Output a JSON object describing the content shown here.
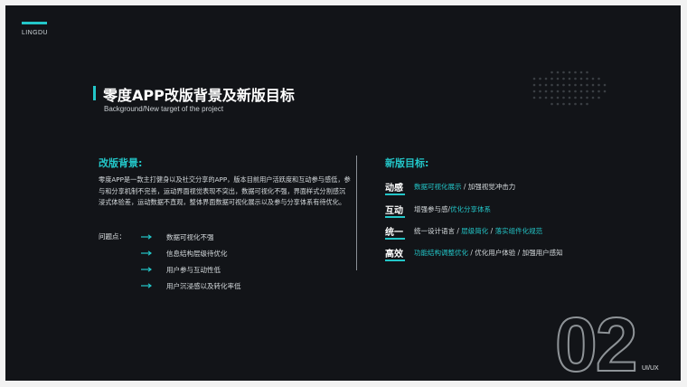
{
  "brand": "LINGDU",
  "title": "零度APP改版背景及新版目标",
  "subtitle": "Background/New target of the project",
  "background": {
    "heading": "改版背景:",
    "paragraph": "零度APP是一款主打健身以及社交分享的APP，版本目前用户活跃度和互动参与感低，参与和分享机制不完善，运动界面视觉表现不突出，数据可视化不强，界面样式分割感沉浸式体验差，运动数据不直观，整体界面数据可视化展示以及参与分享体系有待优化。",
    "problems_label": "问题点：",
    "problems": [
      "数据可视化不强",
      "信息结构层级待优化",
      "用户参与互动性低",
      "用户沉浸感以及转化率低"
    ]
  },
  "goals": {
    "heading": "新版目标:",
    "items": [
      {
        "key": "动感",
        "parts": [
          {
            "text": "数据可视化展示",
            "hl": true
          },
          {
            "text": " / 加强视觉冲击力",
            "hl": false
          }
        ]
      },
      {
        "key": "互动",
        "parts": [
          {
            "text": "增强参与感/",
            "hl": false
          },
          {
            "text": "优化分享体系",
            "hl": true
          }
        ]
      },
      {
        "key": "统一",
        "parts": [
          {
            "text": "统一设计语言 / ",
            "hl": false
          },
          {
            "text": "层级简化",
            "hl": true
          },
          {
            "text": " / ",
            "hl": false
          },
          {
            "text": "落实组件化规范",
            "hl": true
          }
        ]
      },
      {
        "key": "高效",
        "parts": [
          {
            "text": "功能结构调整优化",
            "hl": true
          },
          {
            "text": " / 优化用户体验 / 加强用户感知",
            "hl": false
          }
        ]
      }
    ]
  },
  "page_number": "02",
  "footer_label": "UI/UX",
  "colors": {
    "accent": "#23c6c8",
    "background": "#121418",
    "text": "#d6dbde"
  }
}
